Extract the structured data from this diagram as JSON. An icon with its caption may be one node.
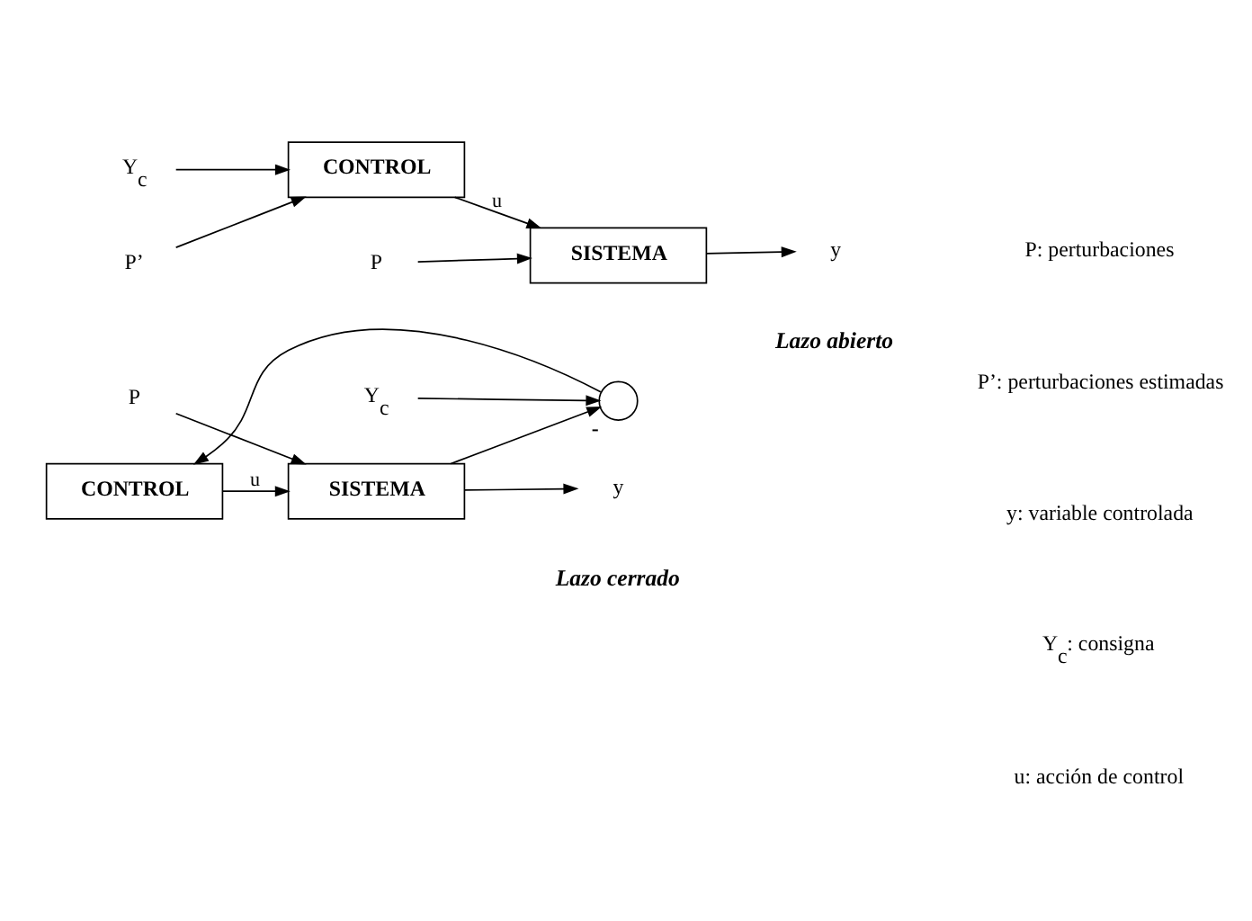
{
  "diagram": {
    "nodes": [
      {
        "text": [
          "P"
        ]
      },
      {
        "text": [
          "SISTEMA"
        ]
      },
      {
        "text": [
          "y"
        ]
      },
      {
        "text": [
          "CONTROL"
        ]
      },
      {
        "text": [],
        "shape": "circle",
        "beside": [
          "-"
        ]
      },
      {
        "text": [
          "Y$_{c}$"
        ]
      },
      {
        "text": [
          "P’"
        ]
      },
      {
        "text": [
          "Y$_{c}$"
        ]
      },
      {
        "text": [
          "CONTROL"
        ]
      },
      {
        "text": [
          "P"
        ]
      },
      {
        "text": [
          "SISTEMA"
        ]
      },
      {
        "text": [
          "y"
        ]
      }
    ],
    "edges": [
      {
        "from": 0,
        "to": 1,
        "arrow": "to"
      },
      {
        "from": 1,
        "to": 2,
        "arrow": "to"
      },
      {
        "from": 1,
        "to": 4,
        "arrow": "to"
      },
      {
        "from": 5,
        "to": 4,
        "arrow": "to"
      },
      {
        "from": 4,
        "to": 3,
        "arrow": "to"
      },
      {
        "from": 3,
        "to": 1,
        "arrow": "to",
        "label": "u"
      },
      {
        "from": 6,
        "to": 8,
        "arrow": "to"
      },
      {
        "from": 7,
        "to": 8,
        "arrow": "to"
      },
      {
        "from": 8,
        "to": 10,
        "arrow": "to",
        "label": "u"
      },
      {
        "from": 9,
        "to": 10,
        "arrow": "to"
      },
      {
        "from": 10,
        "to": 11,
        "arrow": "to"
      }
    ],
    "labels": [
      "Lazo cerrado",
      "Lazo abierto",
      "P: perturbaciones",
      "P’: perturbaciones estimadas",
      "y: variable controlada",
      "Y$_{c}$: consigna",
      "u: acción de control"
    ]
  }
}
